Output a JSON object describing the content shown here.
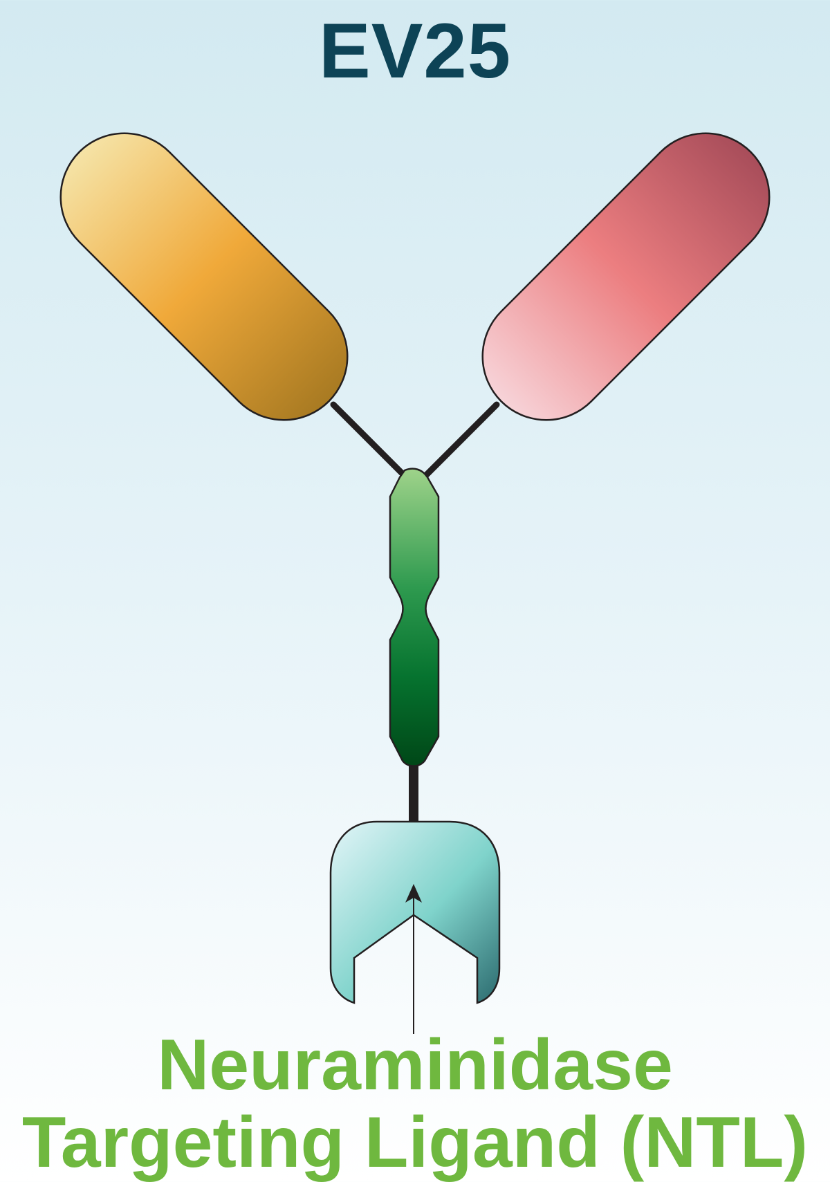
{
  "title": "EV25",
  "ligand_label": {
    "line1": "Neuraminidase",
    "line2": "Targeting Ligand (NTL)"
  },
  "colors": {
    "title": "#0d4356",
    "label": "#6fb83f",
    "left_arm": "#f0a93a",
    "right_arm": "#ec7e80",
    "stem": "#1f8a3e",
    "receptor": "#7fd3cb",
    "linker": "#231f20"
  }
}
